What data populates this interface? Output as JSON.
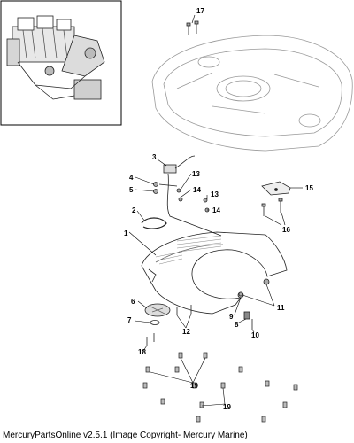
{
  "callouts": [
    "1",
    "2",
    "3",
    "4",
    "5",
    "6",
    "7",
    "8",
    "9",
    "10",
    "11",
    "12",
    "13",
    "13",
    "14",
    "14",
    "15",
    "16",
    "17",
    "18",
    "19",
    "19"
  ],
  "footer": "MercuryPartsOnline v2.5.1 (Image Copyright- Mercury Marine)"
}
